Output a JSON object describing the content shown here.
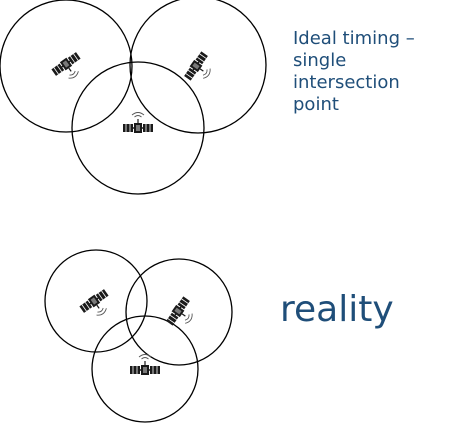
{
  "captions": {
    "ideal_lines": [
      "Ideal timing –",
      "single",
      "intersection",
      "point"
    ],
    "reality": "reality"
  },
  "colors": {
    "caption_text": "#1f4e79",
    "circle_stroke": "#000000",
    "satellite": "#1a1a1a"
  },
  "icons": {
    "satellite": "satellite-icon"
  },
  "panels": [
    {
      "name": "ideal",
      "circle_count": 3,
      "intersection": "single point"
    },
    {
      "name": "reality",
      "circle_count": 3,
      "intersection": "overlapping region"
    }
  ]
}
